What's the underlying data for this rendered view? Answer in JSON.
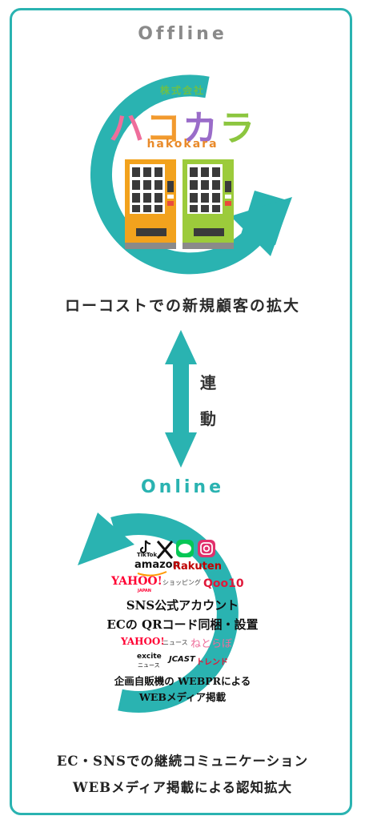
{
  "offline": {
    "title": "Offline",
    "brand_small": "株式会社",
    "brand_name": [
      "ハ",
      "コ",
      "カ",
      "ラ"
    ],
    "brand_romaji": "hakokara",
    "caption": "ローコストでの新規顧客の拡大"
  },
  "link": {
    "line1": "連",
    "line2": "動"
  },
  "online": {
    "title": "Online",
    "logos": {
      "tiktok": "TikTok",
      "amazon": "amazon",
      "rakuten": "Rakuten",
      "yahoo": "YAHOO!",
      "yahoo_sub": "JAPAN",
      "yahoo_shopping": "ショッピング",
      "qoo10": "Qoo10",
      "yahoo_news": "YAHOO!",
      "news_suffix": "ニュース",
      "netorabo": "ねとらぼ",
      "excite": "excite",
      "excite_sub": "ニュース",
      "jcast": "JCAST",
      "jcast_sub": "トレンド"
    },
    "text_line1": "SNS公式アカウント",
    "text_line2": "ECの QRコード同梱・設置",
    "text_line3": "企画自販機の WEBPRによる",
    "text_line4": "WEBメディア掲載"
  },
  "bottom": {
    "line1": "EC・SNSでの継続コミュニケーション",
    "line2": "WEBメディア掲載による認知拡大"
  },
  "colors": {
    "teal": "#2ab3b1",
    "orange": "#f2a21d",
    "green": "#9ccb3b",
    "brand_pink": "#ee6e9b",
    "brand_orange": "#f29a2e",
    "brand_purple": "#9a6cc9",
    "brand_green": "#8cc63f"
  }
}
